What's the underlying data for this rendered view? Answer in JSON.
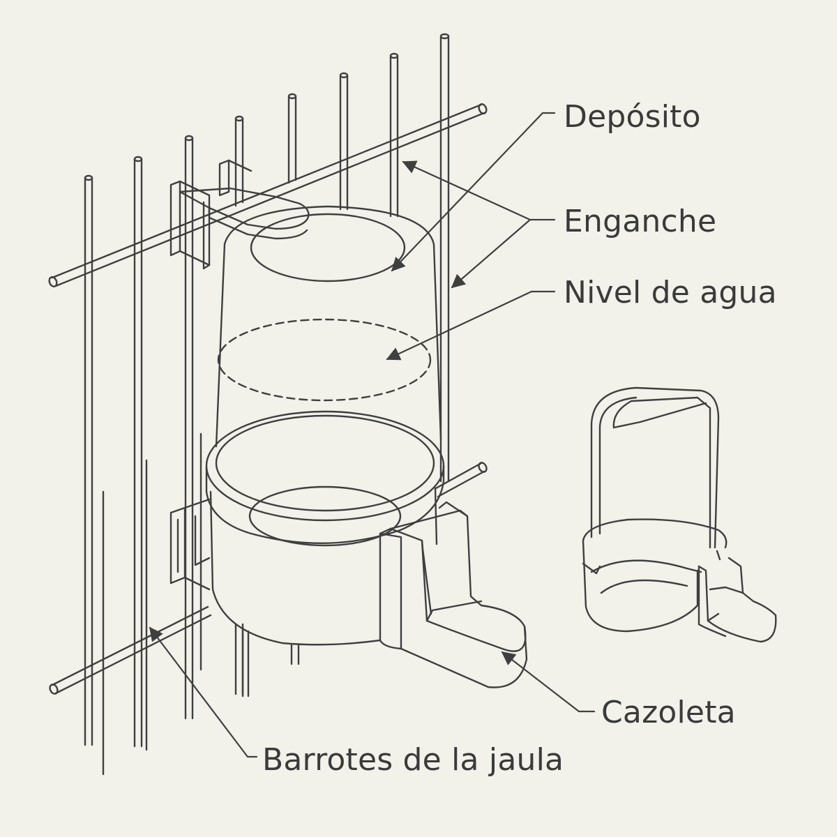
{
  "colors": {
    "background": "#f2f1ea",
    "line": "#3f3f3f",
    "text": "#3a3a3a"
  },
  "labels": {
    "deposito": "Depósito",
    "enganche": "Enganche",
    "nivel_agua": "Nivel de agua",
    "cazoleta": "Cazoleta",
    "barrotes": "Barrotes de la jaula"
  }
}
